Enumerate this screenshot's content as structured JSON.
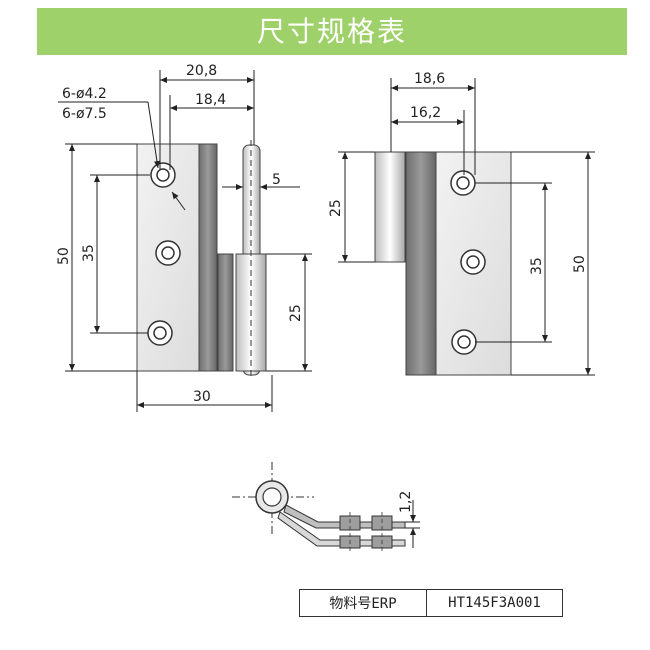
{
  "header": {
    "title": "尺寸规格表"
  },
  "front_view": {
    "hole_small": "6-ø4.2",
    "hole_large": "6-ø7.5",
    "width_outer": "20,8",
    "width_inner": "18,4",
    "pin_dia": "5",
    "height_total": "50",
    "hole_pitch": "35",
    "knuckle_length": "25",
    "overall_width": "30"
  },
  "side_view": {
    "width_outer": "18,6",
    "width_inner": "16,2",
    "knuckle_length": "25",
    "hole_pitch": "35",
    "height_total": "50"
  },
  "section_view": {
    "thickness": "1,2"
  },
  "part_table": {
    "label": "物料号ERP",
    "value": "HT145F3A001"
  },
  "colors": {
    "banner": "#9fd16a",
    "line": "#222222",
    "plate_gray": "#888888"
  }
}
